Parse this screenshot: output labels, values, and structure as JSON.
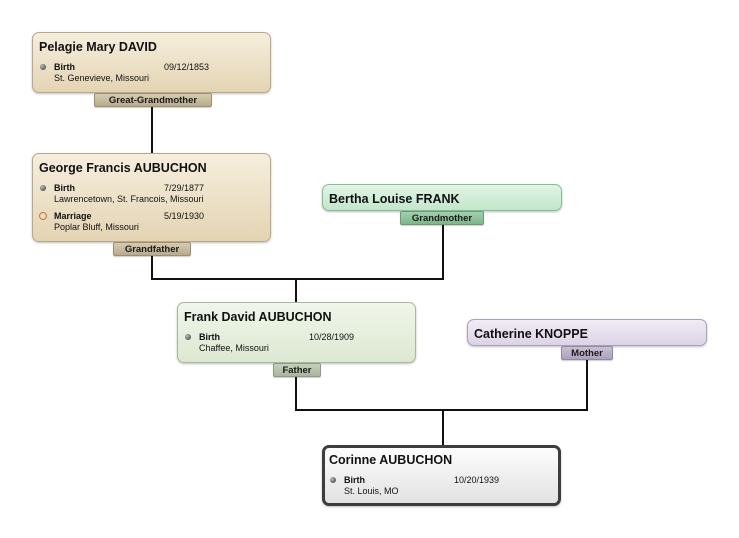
{
  "people": {
    "great_grandmother": {
      "name": "Pelagie Mary DAVID",
      "relation": "Great-Grandmother",
      "events": [
        {
          "type": "Birth",
          "date": "09/12/1853",
          "place": "St. Genevieve, Missouri",
          "icon": "birth-icon"
        }
      ]
    },
    "grandfather": {
      "name": "George Francis AUBUCHON",
      "relation": "Grandfather",
      "events": [
        {
          "type": "Birth",
          "date": "7/29/1877",
          "place": "Lawrencetown, St. Francois, Missouri",
          "icon": "birth-icon"
        },
        {
          "type": "Marriage",
          "date": "5/19/1930",
          "place": "Poplar Bluff, Missouri",
          "icon": "marriage-icon"
        }
      ]
    },
    "grandmother": {
      "name": "Bertha Louise FRANK",
      "relation": "Grandmother",
      "events": []
    },
    "father": {
      "name": "Frank David AUBUCHON",
      "relation": "Father",
      "events": [
        {
          "type": "Birth",
          "date": "10/28/1909",
          "place": "Chaffee, Missouri",
          "icon": "birth-icon"
        }
      ]
    },
    "mother": {
      "name": "Catherine KNOPPE",
      "relation": "Mother",
      "events": []
    },
    "focus": {
      "name": "Corinne AUBUCHON",
      "events": [
        {
          "type": "Birth",
          "date": "10/20/1939",
          "place": "St. Louis, MO",
          "icon": "birth-icon"
        }
      ]
    }
  },
  "colors": {
    "connector": "#111111",
    "focus_border": "#3d3d3d",
    "tan": "#e3d4b3",
    "green": "#c2e6cb",
    "sage": "#dde8d2",
    "lavender": "#ddd3e6"
  }
}
